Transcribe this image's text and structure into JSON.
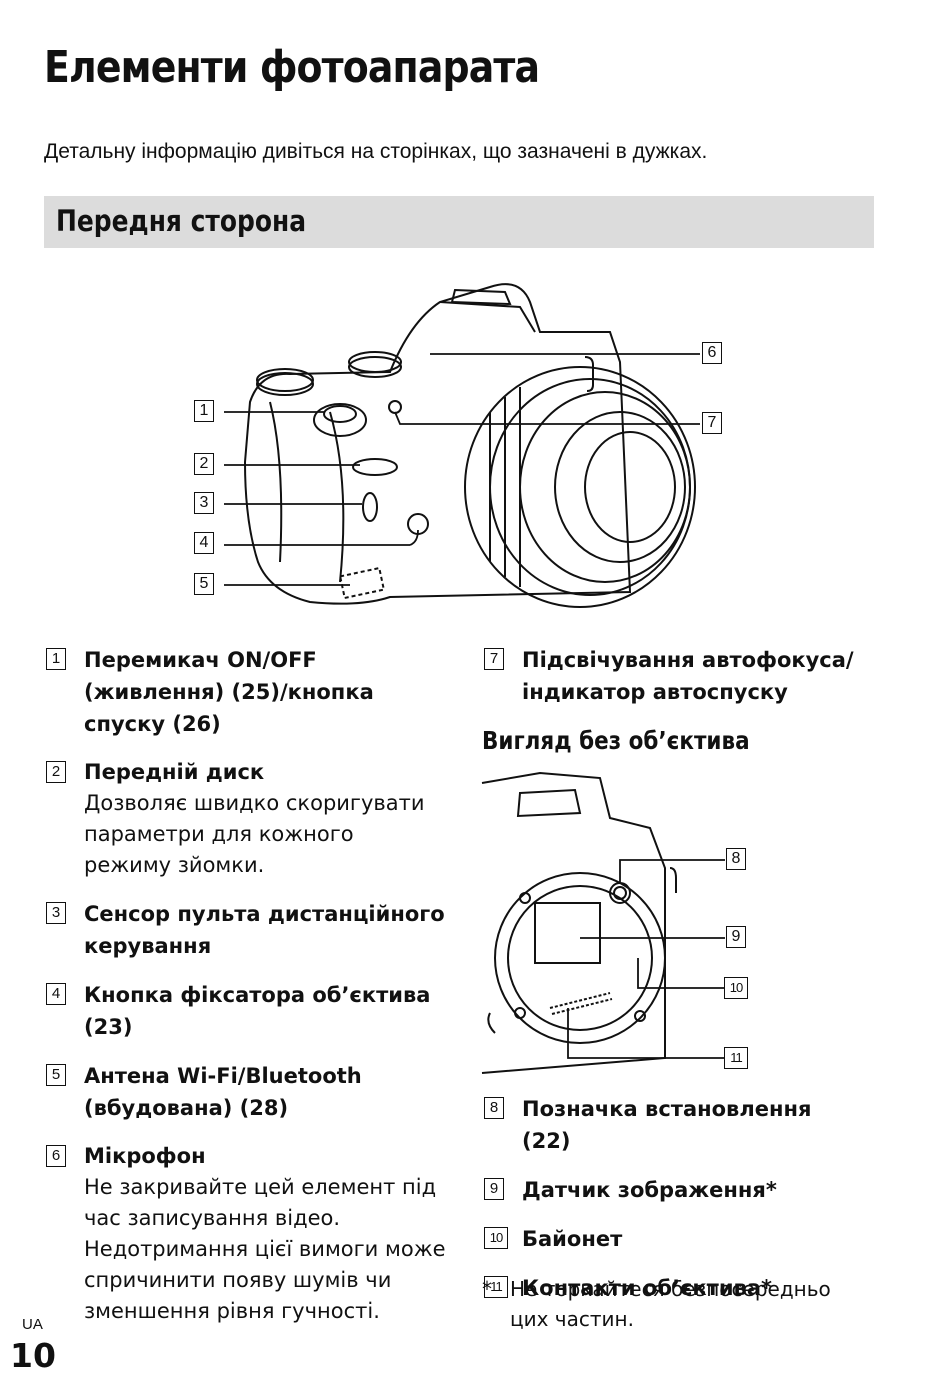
{
  "page": {
    "title": "Елементи фотоапарата",
    "intro": "Детальну інформацію дивіться на сторінках, що зазначені в дужках.",
    "section_title": "Передня сторона",
    "subhead": "Вигляд без об’єктива",
    "lang_code": "UA",
    "page_number": "10"
  },
  "callouts": [
    "1",
    "2",
    "3",
    "4",
    "5",
    "6",
    "7",
    "8",
    "9",
    "10",
    "11"
  ],
  "left_items": [
    {
      "num": "1",
      "title": "Перемикач ON/OFF (живлення) (25)/кнопка спуску (26)",
      "desc": ""
    },
    {
      "num": "2",
      "title": "Передній диск",
      "desc": "Дозволяє швидко скоригувати параметри для кожного режиму зйомки."
    },
    {
      "num": "3",
      "title": "Сенсор пульта дистанційного керування",
      "desc": ""
    },
    {
      "num": "4",
      "title": "Кнопка фіксатора об’єктива (23)",
      "desc": ""
    },
    {
      "num": "5",
      "title": "Антена Wi-Fi/Bluetooth (вбудована) (28)",
      "desc": ""
    },
    {
      "num": "6",
      "title": "Мікрофон",
      "desc": "Не закривайте цей елемент під час записування відео. Недотримання цієї вимоги може спричинити появу шумів чи зменшення рівня гучності."
    }
  ],
  "right_items_top": [
    {
      "num": "7",
      "title": "Підсвічування автофокуса/ індикатор автоспуску",
      "desc": ""
    }
  ],
  "right_items_bottom": [
    {
      "num": "8",
      "title": "Позначка встановлення (22)",
      "desc": ""
    },
    {
      "num": "9",
      "title": "Датчик зображення*",
      "desc": ""
    },
    {
      "num": "10",
      "title": "Байонет",
      "desc": ""
    },
    {
      "num": "11",
      "title": "Контакти об’єктива*",
      "desc": ""
    }
  ],
  "footnote": {
    "marker": "*",
    "text": "Не торкайтеся безпосередньо цих частин."
  }
}
